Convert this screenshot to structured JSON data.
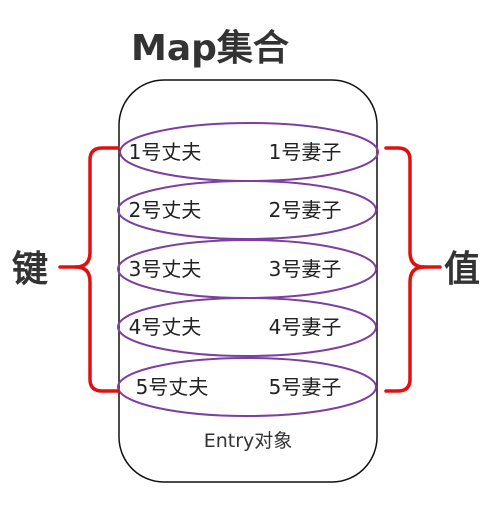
{
  "title": "Map集合",
  "key_label": "键",
  "value_label": "值",
  "entries": [
    {
      "key": "1号丈夫",
      "value": "1号妻子"
    },
    {
      "key": "2号丈夫",
      "value": "2号妻子"
    },
    {
      "key": "3号丈夫",
      "value": "3号妻子"
    },
    {
      "key": "4号丈夫",
      "value": "4号妻子"
    },
    {
      "key": "5号丈夫",
      "value": "5号妻子"
    }
  ],
  "footer": "Entry对象",
  "colors": {
    "ellipse": "#7b3fa0",
    "brace": "#e01010",
    "container": "#111111",
    "text": "#333333"
  }
}
